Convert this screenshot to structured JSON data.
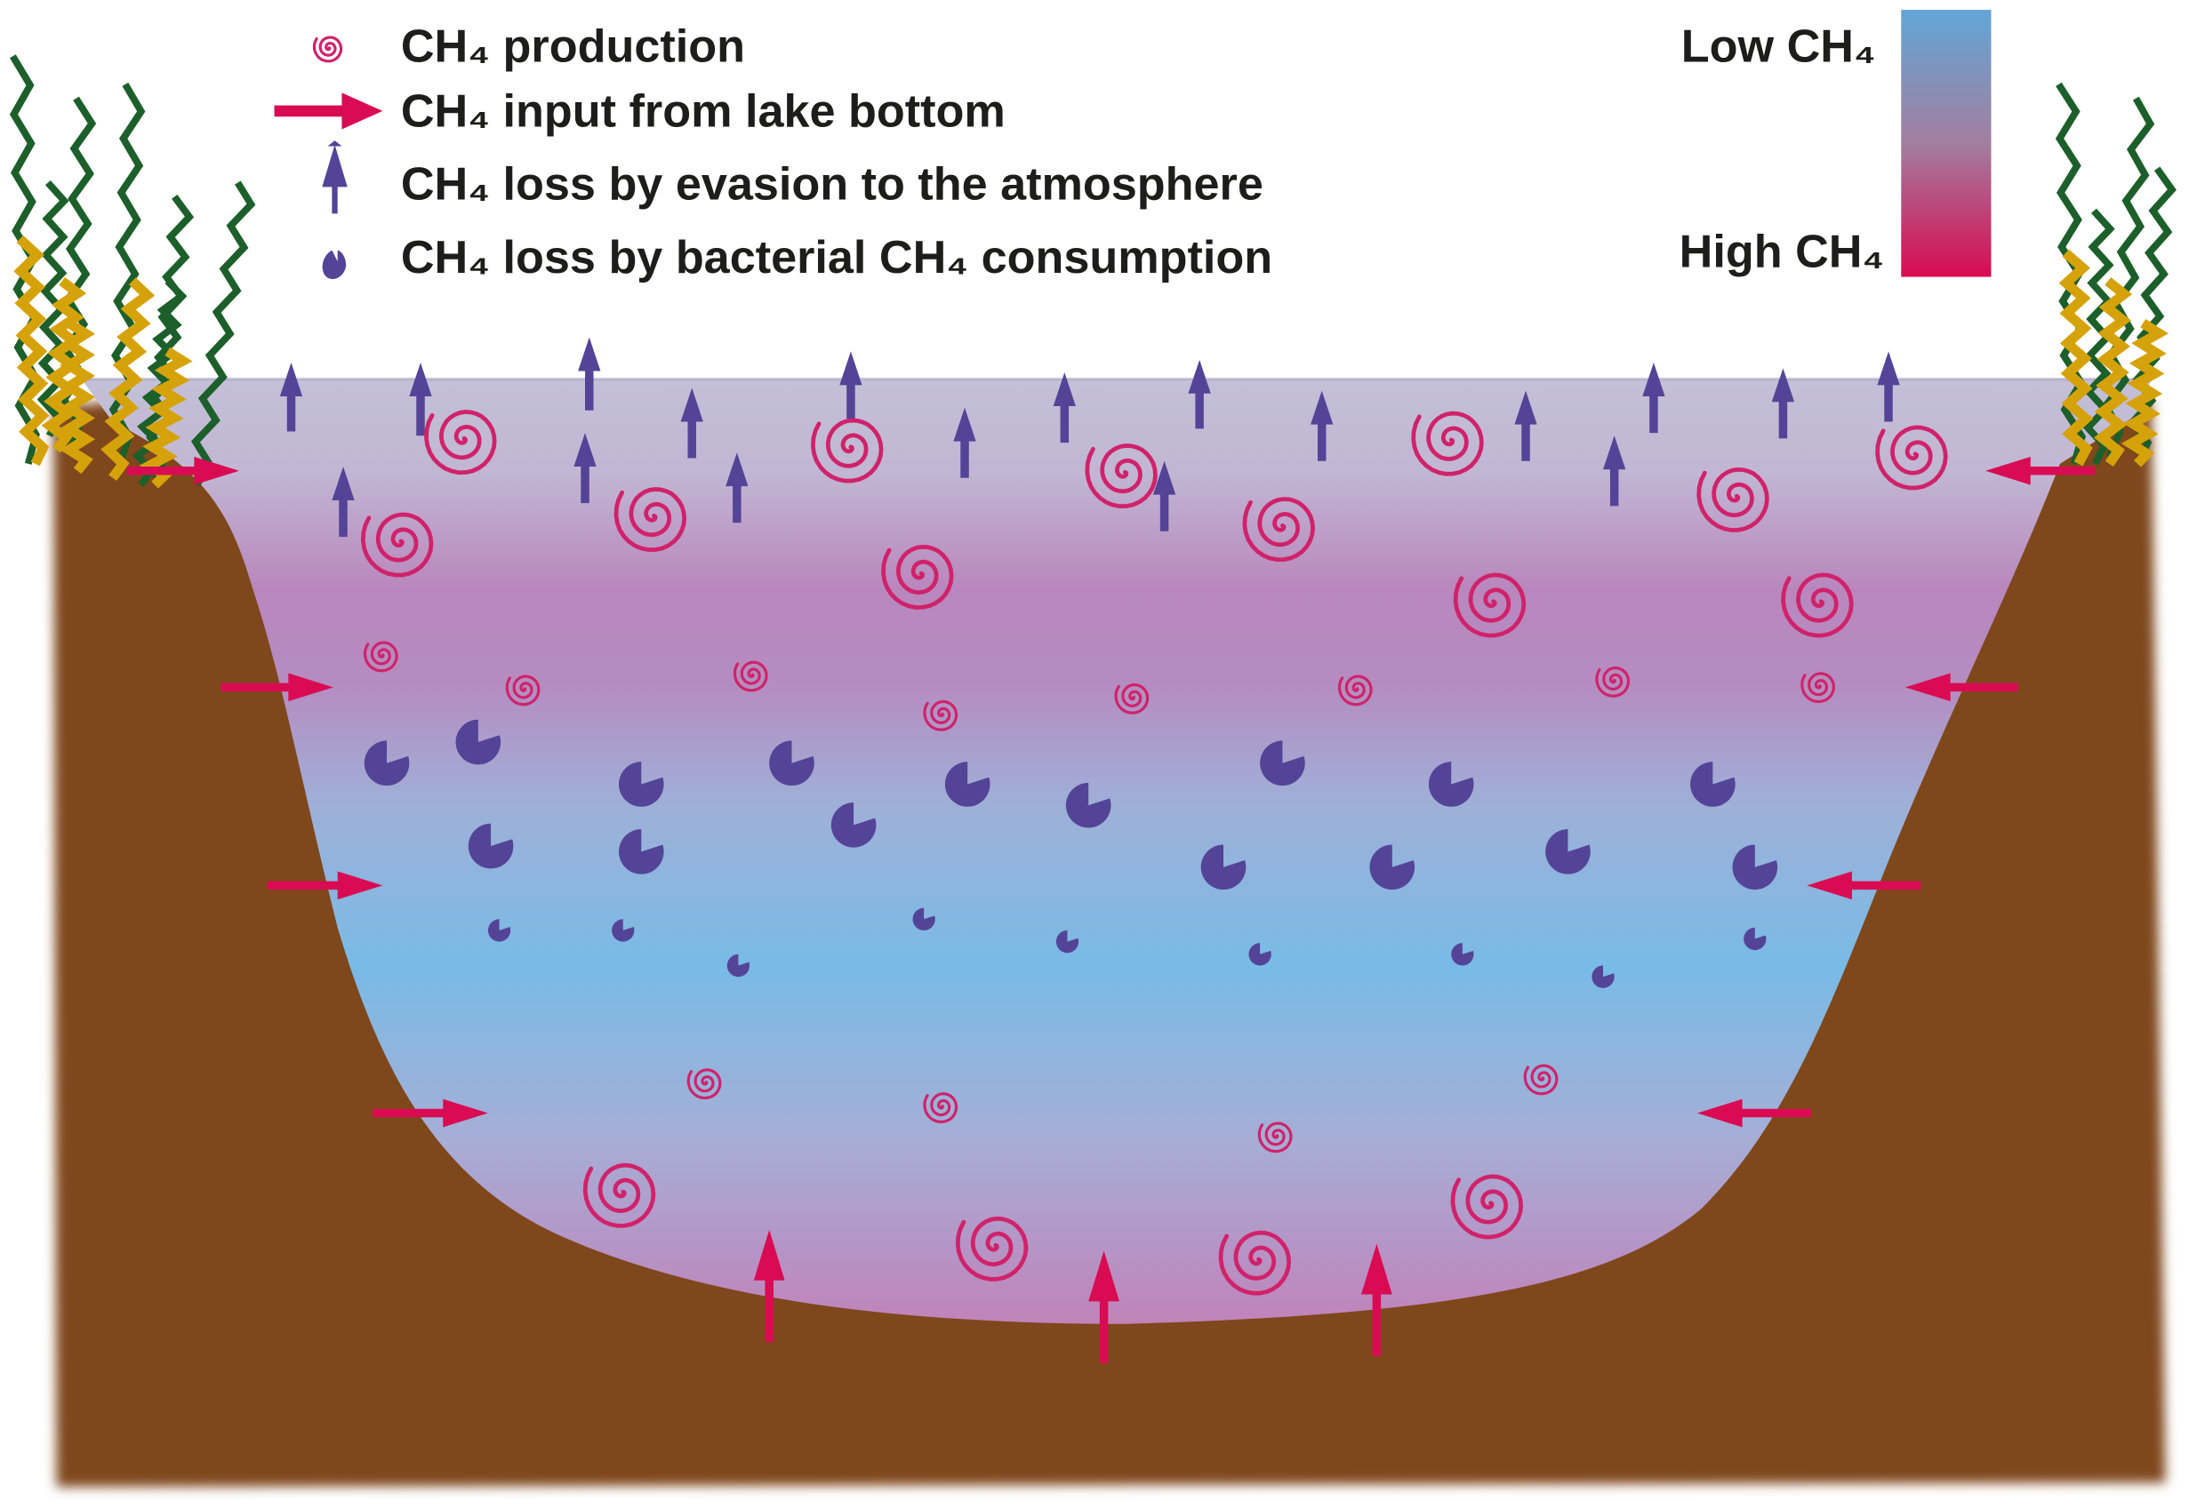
{
  "legend": {
    "production": "CH₄ production",
    "input": "CH₄ input from lake bottom",
    "evasion": "CH₄ loss by evasion to the atmosphere",
    "consumption": "CH₄ loss by bacterial CH₄ consumption"
  },
  "scale": {
    "low_label": "Low CH₄",
    "high_label": "High CH₄",
    "low_color": "#62a6d6",
    "high_color": "#d90b52"
  },
  "colors": {
    "soil": "#7f461c",
    "arrow_pink": "#d90b52",
    "arrow_purple": "#544497",
    "spiral": "#d0226a",
    "bacteria": "#544497",
    "plant_green": "#1c5f2a",
    "plant_gold": "#d6a20a"
  }
}
